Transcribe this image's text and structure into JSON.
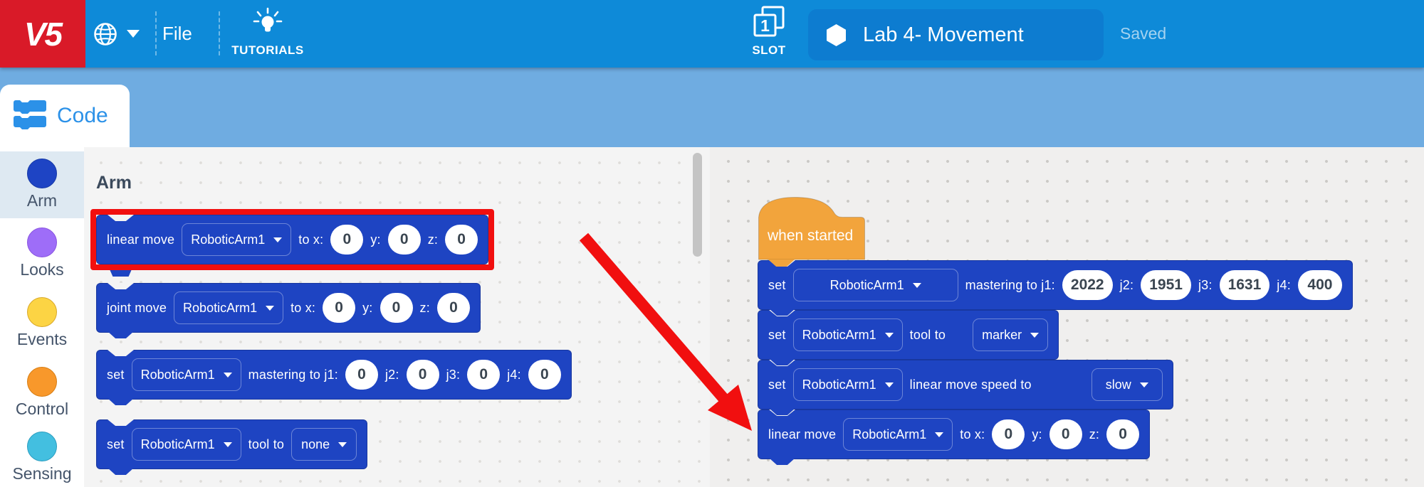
{
  "colors": {
    "header_blue": "#0E8AD8",
    "band_blue": "#6FACE1",
    "brand_red": "#D91A28",
    "block_blue": "#1E44C2",
    "hat_orange": "#F2A43C",
    "annotation_red": "#F10F0F",
    "accent_blue": "#2B91E8"
  },
  "header": {
    "logo_text": "V5",
    "file_label": "File",
    "tutorials_label": "TUTORIALS",
    "slot_label": "SLOT",
    "slot_number": "1",
    "project_name": "Lab 4- Movement",
    "save_status": "Saved"
  },
  "code_tab": {
    "label": "Code"
  },
  "sidebar": {
    "items": [
      {
        "label": "Arm",
        "color": "#1E44C4",
        "border": "#173AA8",
        "selected": true
      },
      {
        "label": "Looks",
        "color": "#9E6DF8",
        "border": "#8A55E0",
        "selected": false
      },
      {
        "label": "Events",
        "color": "#FCD444",
        "border": "#D9A92A",
        "selected": false
      },
      {
        "label": "Control",
        "color": "#F8982B",
        "border": "#D77E15",
        "selected": false
      },
      {
        "label": "Sensing",
        "color": "#43BFE0",
        "border": "#2C9EC0",
        "selected": false
      }
    ]
  },
  "palette": {
    "header": "Arm",
    "blocks": [
      {
        "name": "linear-move",
        "parts": [
          {
            "t": "label",
            "v": "linear move"
          },
          {
            "t": "dropdown",
            "v": "RoboticArm1"
          },
          {
            "t": "label",
            "v": "to x:"
          },
          {
            "t": "oval",
            "v": "0"
          },
          {
            "t": "label",
            "v": "y:"
          },
          {
            "t": "oval",
            "v": "0"
          },
          {
            "t": "label",
            "v": "z:"
          },
          {
            "t": "oval",
            "v": "0"
          }
        ]
      },
      {
        "name": "joint-move",
        "parts": [
          {
            "t": "label",
            "v": "joint move"
          },
          {
            "t": "dropdown",
            "v": "RoboticArm1"
          },
          {
            "t": "label",
            "v": "to x:"
          },
          {
            "t": "oval",
            "v": "0"
          },
          {
            "t": "label",
            "v": "y:"
          },
          {
            "t": "oval",
            "v": "0"
          },
          {
            "t": "label",
            "v": "z:"
          },
          {
            "t": "oval",
            "v": "0"
          }
        ]
      },
      {
        "name": "set-mastering",
        "parts": [
          {
            "t": "label",
            "v": "set"
          },
          {
            "t": "dropdown",
            "v": "RoboticArm1"
          },
          {
            "t": "label",
            "v": "mastering to j1:"
          },
          {
            "t": "oval",
            "v": "0"
          },
          {
            "t": "label",
            "v": "j2:"
          },
          {
            "t": "oval",
            "v": "0"
          },
          {
            "t": "label",
            "v": "j3:"
          },
          {
            "t": "oval",
            "v": "0"
          },
          {
            "t": "label",
            "v": "j4:"
          },
          {
            "t": "oval",
            "v": "0"
          }
        ]
      },
      {
        "name": "set-tool",
        "parts": [
          {
            "t": "label",
            "v": "set"
          },
          {
            "t": "dropdown",
            "v": "RoboticArm1"
          },
          {
            "t": "label",
            "v": "tool to"
          },
          {
            "t": "dropdown",
            "v": "none"
          }
        ]
      }
    ]
  },
  "workspace": {
    "hat_label": "when started",
    "blocks": [
      {
        "name": "set-mastering",
        "parts": [
          {
            "t": "label",
            "v": "set"
          },
          {
            "t": "dropdown",
            "v": "RoboticArm1"
          },
          {
            "t": "label",
            "v": "mastering to j1:"
          },
          {
            "t": "oval",
            "v": "2022"
          },
          {
            "t": "label",
            "v": "j2:"
          },
          {
            "t": "oval",
            "v": "1951"
          },
          {
            "t": "label",
            "v": "j3:"
          },
          {
            "t": "oval",
            "v": "1631"
          },
          {
            "t": "label",
            "v": "j4:"
          },
          {
            "t": "oval",
            "v": "400"
          }
        ]
      },
      {
        "name": "set-tool",
        "parts": [
          {
            "t": "label",
            "v": "set"
          },
          {
            "t": "dropdown",
            "v": "RoboticArm1"
          },
          {
            "t": "label",
            "v": "tool to"
          },
          {
            "t": "dropdown",
            "v": "marker"
          }
        ]
      },
      {
        "name": "set-speed",
        "parts": [
          {
            "t": "label",
            "v": "set"
          },
          {
            "t": "dropdown",
            "v": "RoboticArm1"
          },
          {
            "t": "label",
            "v": "linear move speed to"
          },
          {
            "t": "dropdown",
            "v": "slow"
          }
        ]
      },
      {
        "name": "linear-move",
        "parts": [
          {
            "t": "label",
            "v": "linear move"
          },
          {
            "t": "dropdown",
            "v": "RoboticArm1"
          },
          {
            "t": "label",
            "v": "to x:"
          },
          {
            "t": "oval",
            "v": "0"
          },
          {
            "t": "label",
            "v": "y:"
          },
          {
            "t": "oval",
            "v": "0"
          },
          {
            "t": "label",
            "v": "z:"
          },
          {
            "t": "oval",
            "v": "0"
          }
        ]
      }
    ]
  }
}
